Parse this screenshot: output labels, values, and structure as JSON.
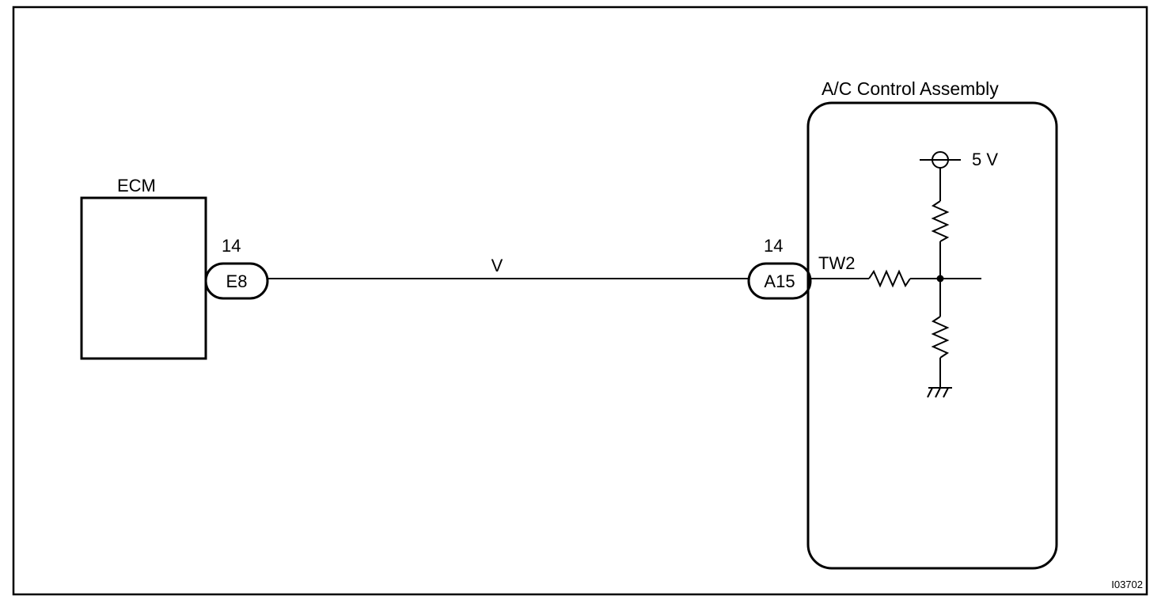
{
  "ecm": {
    "label": "ECM",
    "pin_number": "14",
    "connector": "E8"
  },
  "wire": {
    "color_code": "V"
  },
  "ac_control_assembly": {
    "label": "A/C Control Assembly",
    "pin_number": "14",
    "connector": "A15",
    "terminal": "TW2",
    "supply_voltage": "5 V"
  },
  "figure_id": "I03702",
  "colors": {
    "ink": "#000000",
    "background": "#ffffff"
  }
}
